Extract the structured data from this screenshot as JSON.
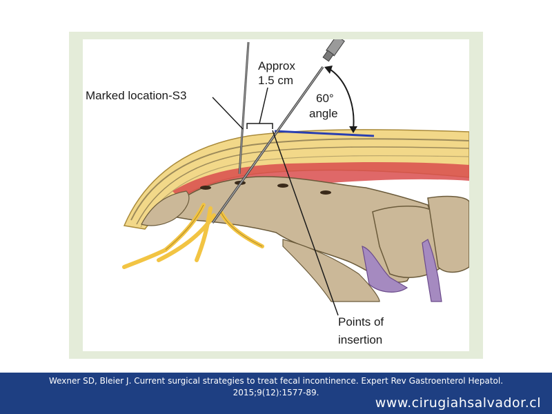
{
  "figure": {
    "labels": {
      "marked_location": "Marked location-S3",
      "approx_line1": "Approx",
      "approx_line2": "1.5 cm",
      "angle_line1": "60°",
      "angle_line2": "angle",
      "points_line1": "Points of",
      "points_line2": "insertion"
    },
    "colors": {
      "frame": "#e4ecd9",
      "skin_fat": "#f2d889",
      "muscle": "#d94d4d",
      "bone": "#cbb898",
      "disc": "#a58ac0",
      "nerve": "#f2c443",
      "guide_line": "#2a3fb0",
      "needle": "#4a4a4a"
    }
  },
  "footer": {
    "citation": "Wexner SD, Bleier J. Current surgical strategies to treat fecal incontinence. Expert Rev Gastroenterol Hepatol. 2015;9(12):1577-89.",
    "website": "www.cirugiahsalvador.cl",
    "background": "#1e3f82"
  }
}
